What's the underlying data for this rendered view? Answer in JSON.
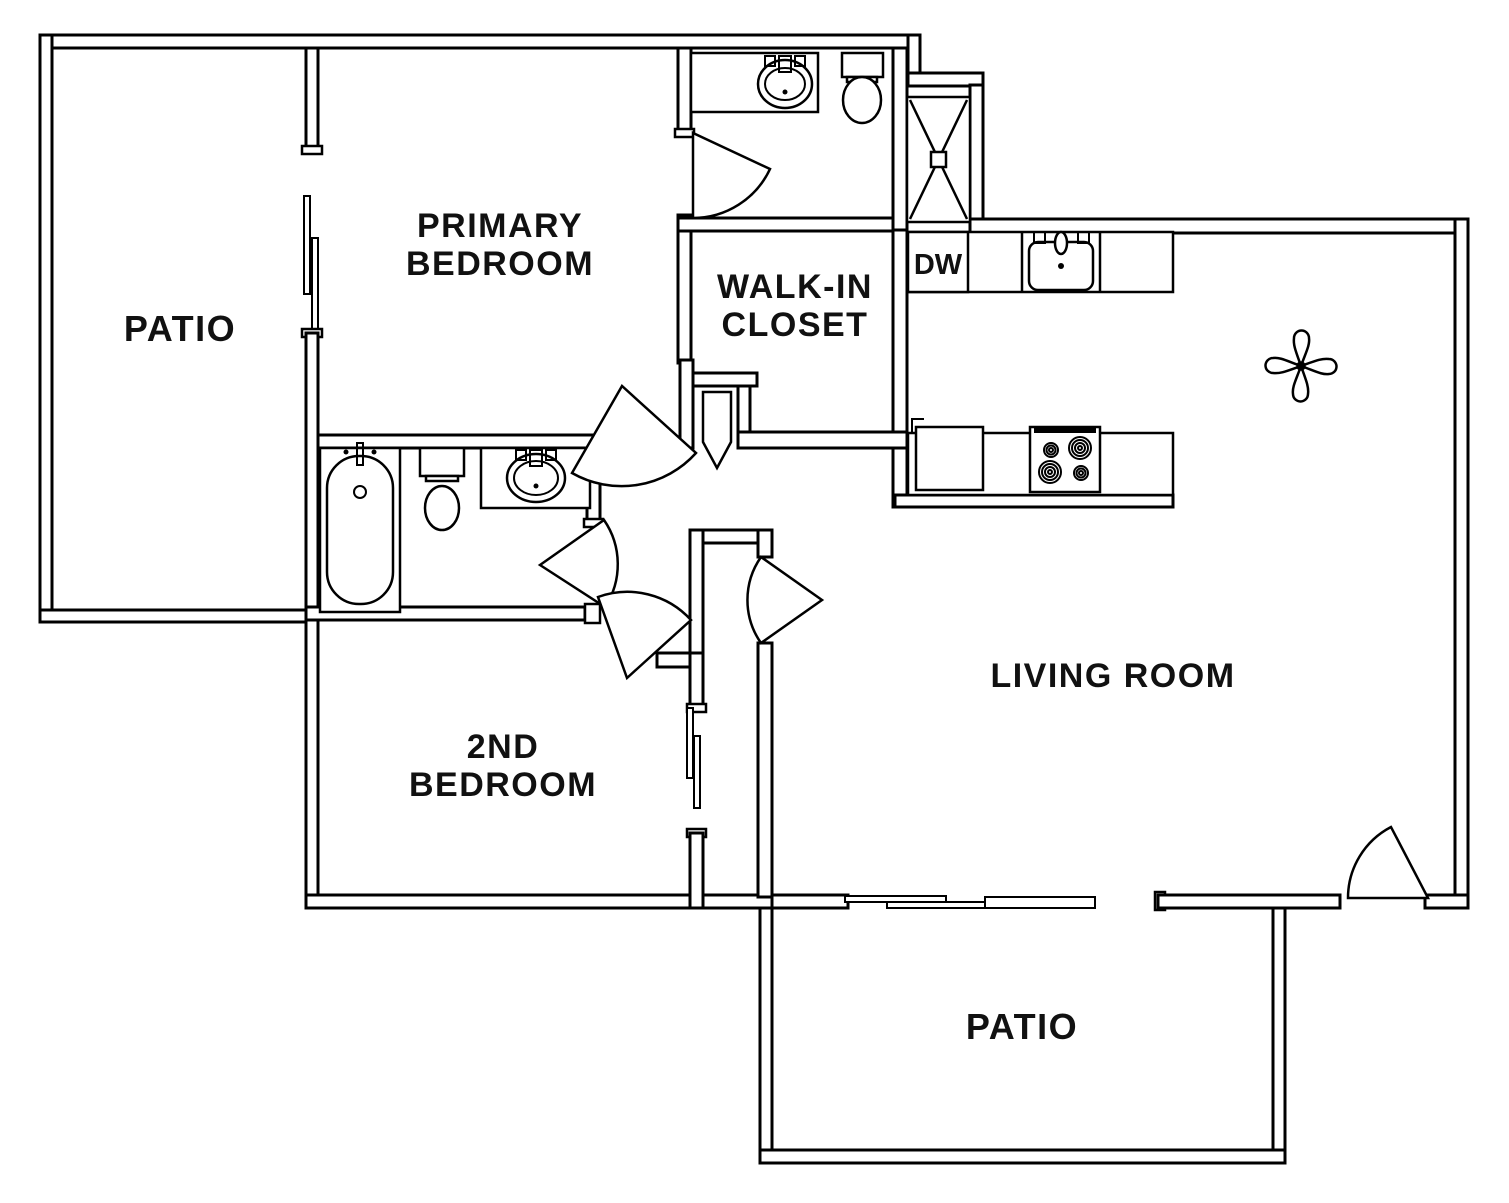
{
  "document": {
    "type_label": "apartment floor plan"
  },
  "labels": {
    "primary_bedroom": [
      "PRIMARY",
      "BEDROOM"
    ],
    "patio_upper": "PATIO",
    "walk_in_closet": [
      "WALK-IN",
      "CLOSET"
    ],
    "living_room": "LIVING ROOM",
    "second_bedroom": [
      "2ND",
      "BEDROOM"
    ],
    "patio_lower": "PATIO",
    "dishwasher": "DW"
  },
  "colors": {
    "line": "#000000",
    "dishwasher_fill": "#c9c9c9",
    "text": "#111111",
    "background": "#ffffff"
  },
  "icons": {
    "ceiling_fan": "ceiling-fan-icon",
    "shower": "shower-pan-icon",
    "bathtub": "bathtub-icon",
    "toilet": "toilet-icon",
    "bathroom_sink": "sink-icon",
    "stove": "stove-burners-icon",
    "refrigerator": "refrigerator-icon",
    "kitchen_sink": "kitchen-sink-icon",
    "door_swing": "door-swing-arc-icon",
    "sliding_door": "sliding-door-icon"
  }
}
